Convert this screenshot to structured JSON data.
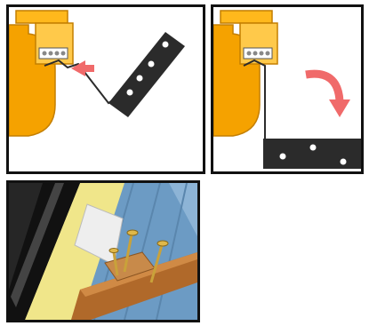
{
  "figure": {
    "panels": [
      {
        "id": "panel-1",
        "step": 1,
        "content": "bracket-hooked-into-gutter-frame",
        "arrow": "straight-left"
      },
      {
        "id": "panel-2",
        "step": 2,
        "content": "bracket-rotated-down",
        "arrow": "curved-clockwise"
      },
      {
        "id": "panel-3",
        "step": 3,
        "content": "bracket-screwed-to-rafter"
      }
    ],
    "colors": {
      "frame_orange": "#f5a200",
      "frame_dark_orange": "#d98a00",
      "bracket_black": "#2b2b2b",
      "arrow_red": "#f06a6a",
      "roof_blue": "#6c9bc4",
      "membrane_yellow": "#f0e68a",
      "rafter_wood": "#b0692a"
    }
  }
}
